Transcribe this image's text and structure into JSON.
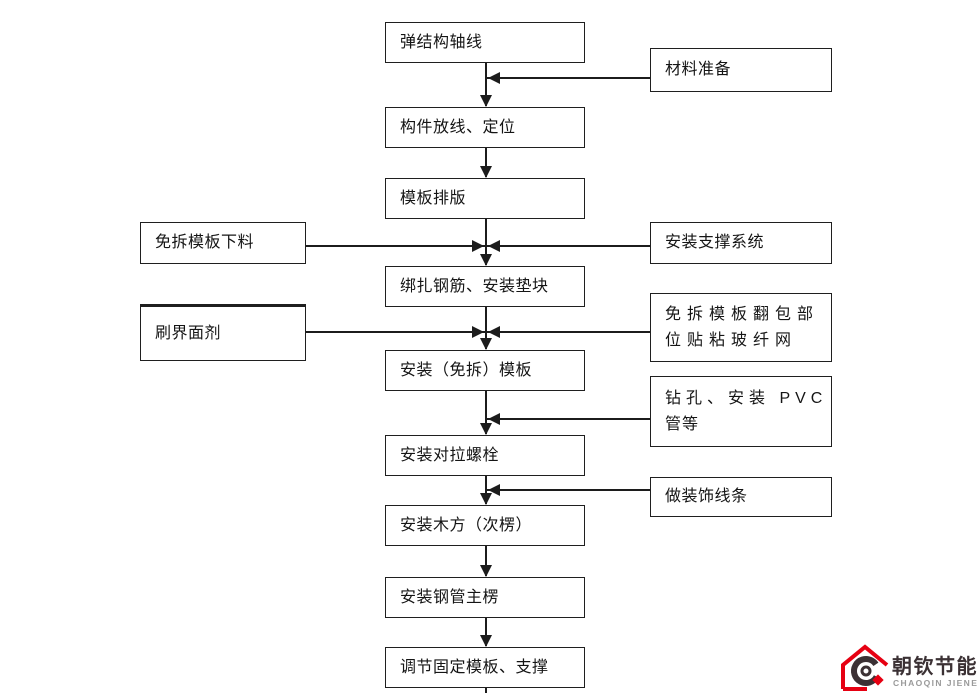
{
  "diagram": {
    "main_flow": [
      "弹结构轴线",
      "构件放线、定位",
      "模板排版",
      "绑扎钢筋、安装垫块",
      "安装（免拆）模板",
      "安装对拉螺栓",
      "安装木方（次楞）",
      "安装钢管主楞",
      "调节固定模板、支撑"
    ],
    "left_inputs": [
      "免拆模板下料",
      "刷界面剂"
    ],
    "right_inputs": {
      "r1": "材料准备",
      "r2": "安装支撑系统",
      "r3_line1": "免拆模板翻包部",
      "r3_line2": "位贴粘玻纤网",
      "r4_line1": "钻孔、安装 PVC",
      "r4_line2": "管等",
      "r5": "做装饰线条"
    },
    "edges": [
      [
        "弹结构轴线",
        "构件放线、定位"
      ],
      [
        "材料准备",
        "构件放线、定位"
      ],
      [
        "构件放线、定位",
        "模板排版"
      ],
      [
        "模板排版",
        "绑扎钢筋、安装垫块"
      ],
      [
        "免拆模板下料",
        "绑扎钢筋、安装垫块"
      ],
      [
        "安装支撑系统",
        "绑扎钢筋、安装垫块"
      ],
      [
        "绑扎钢筋、安装垫块",
        "安装（免拆）模板"
      ],
      [
        "刷界面剂",
        "安装（免拆）模板"
      ],
      [
        "免拆模板翻包部位贴粘玻纤网",
        "安装（免拆）模板"
      ],
      [
        "安装（免拆）模板",
        "安装对拉螺栓"
      ],
      [
        "钻孔、安装 PVC 管等",
        "安装对拉螺栓"
      ],
      [
        "安装对拉螺栓",
        "安装木方（次楞）"
      ],
      [
        "做装饰线条",
        "安装木方（次楞）"
      ],
      [
        "安装木方（次楞）",
        "安装钢管主楞"
      ],
      [
        "安装钢管主楞",
        "调节固定模板、支撑"
      ]
    ]
  },
  "logo": {
    "name_cn": "朝钦节能",
    "name_en": "CHAOQIN JIENENG",
    "accent_red": "#e60012",
    "text_dark": "#3b3134",
    "text_gray": "#9a9a9a"
  },
  "colors": {
    "line": "#1c1c1c",
    "box_border": "#1f1f1f",
    "background": "#ffffff"
  }
}
